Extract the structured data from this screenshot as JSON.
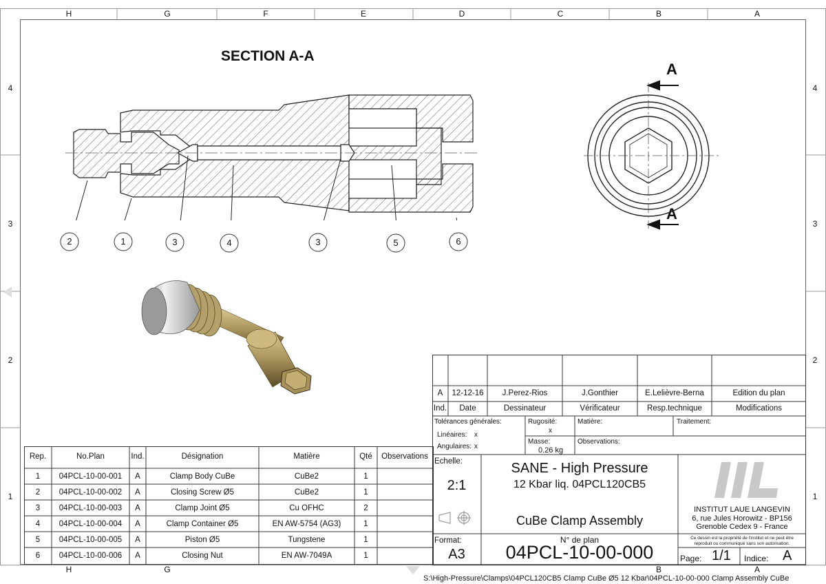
{
  "colors": {
    "line": "#222222",
    "hatch": "#333333",
    "border": "#666666",
    "logo": "#c8c8c8",
    "steel": "#d6d6d6",
    "bronze": "#9c8a5a"
  },
  "zones": {
    "columns": [
      "H",
      "G",
      "F",
      "E",
      "D",
      "C",
      "B",
      "A"
    ],
    "rows": [
      "4",
      "3",
      "2",
      "1"
    ]
  },
  "section": {
    "title": "SECTION A-A",
    "cut_label": "A",
    "balloons": [
      "2",
      "1",
      "3",
      "4",
      "3",
      "5",
      "6"
    ]
  },
  "parts_table": {
    "headers": [
      "Rep.",
      "No.Plan",
      "Ind.",
      "Désignation",
      "Matière",
      "Qté",
      "Observations"
    ],
    "rows": [
      [
        "1",
        "04PCL-10-00-001",
        "A",
        "Clamp Body CuBe",
        "CuBe2",
        "1",
        ""
      ],
      [
        "2",
        "04PCL-10-00-002",
        "A",
        "Closing Screw Ø5",
        "CuBe2",
        "1",
        ""
      ],
      [
        "3",
        "04PCL-10-00-003",
        "A",
        "Clamp Joint Ø5",
        "Cu OFHC",
        "2",
        ""
      ],
      [
        "4",
        "04PCL-10-00-004",
        "A",
        "Clamp Container Ø5",
        "EN AW-5754 (AG3)",
        "1",
        ""
      ],
      [
        "5",
        "04PCL-10-00-005",
        "A",
        "Piston Ø5",
        "Tungstene",
        "1",
        ""
      ],
      [
        "6",
        "04PCL-10-00-006",
        "A",
        "Closing Nut",
        "EN AW-7049A",
        "1",
        ""
      ]
    ]
  },
  "revision": {
    "row": [
      "A",
      "12-12-16",
      "J.Perez-Rios",
      "J.Gonthier",
      "E.Lelièvre-Berna",
      "Edition du plan"
    ],
    "headers": [
      "Ind.",
      "Date",
      "Dessinateur",
      "Vérificateur",
      "Resp.technique",
      "Modifications"
    ]
  },
  "info": {
    "tolerances_label": "Tolérances générales:",
    "lineaires_label": "Linéaires:",
    "lineaires_value": "x",
    "angulaires_label": "Angulaires:",
    "angulaires_value": "x",
    "rugosite_label": "Rugosité:",
    "rugosite_value": "x",
    "masse_label": "Masse:",
    "masse_value": "0.26 kg",
    "matiere_label": "Matière:",
    "observations_label": "Observations:",
    "traitement_label": "Traitement:"
  },
  "title_block": {
    "echelle_label": "Echelle:",
    "echelle_value": "2:1",
    "project_line1": "SANE - High Pressure",
    "project_line2": "12 Kbar liq. 04PCL120CB5",
    "drawing_title": "CuBe Clamp Assembly",
    "format_label": "Format:",
    "format_value": "A3",
    "plan_label": "N° de plan",
    "plan_value": "04PCL-10-00-000",
    "page_label": "Page:",
    "page_value": "1/1",
    "indice_label": "Indice:",
    "indice_value": "A"
  },
  "institute": {
    "logo": "ill",
    "name": "INSTITUT LAUE LANGEVIN",
    "address1": "6, rue Jules Horowitz - BP156",
    "address2": "Grenoble Cedex 9 - France",
    "notice1": "Ce dessin est la propriété de l'institut et ne peut être",
    "notice2": "reproduit ou communiqué sans son autorisation."
  },
  "file_path": "S:\\High-Pressure\\Clamps\\04PCL120CB5 Clamp CuBe Ø5 12 Kbar\\04PCL-10-00-000 Clamp Assembly CuBe"
}
